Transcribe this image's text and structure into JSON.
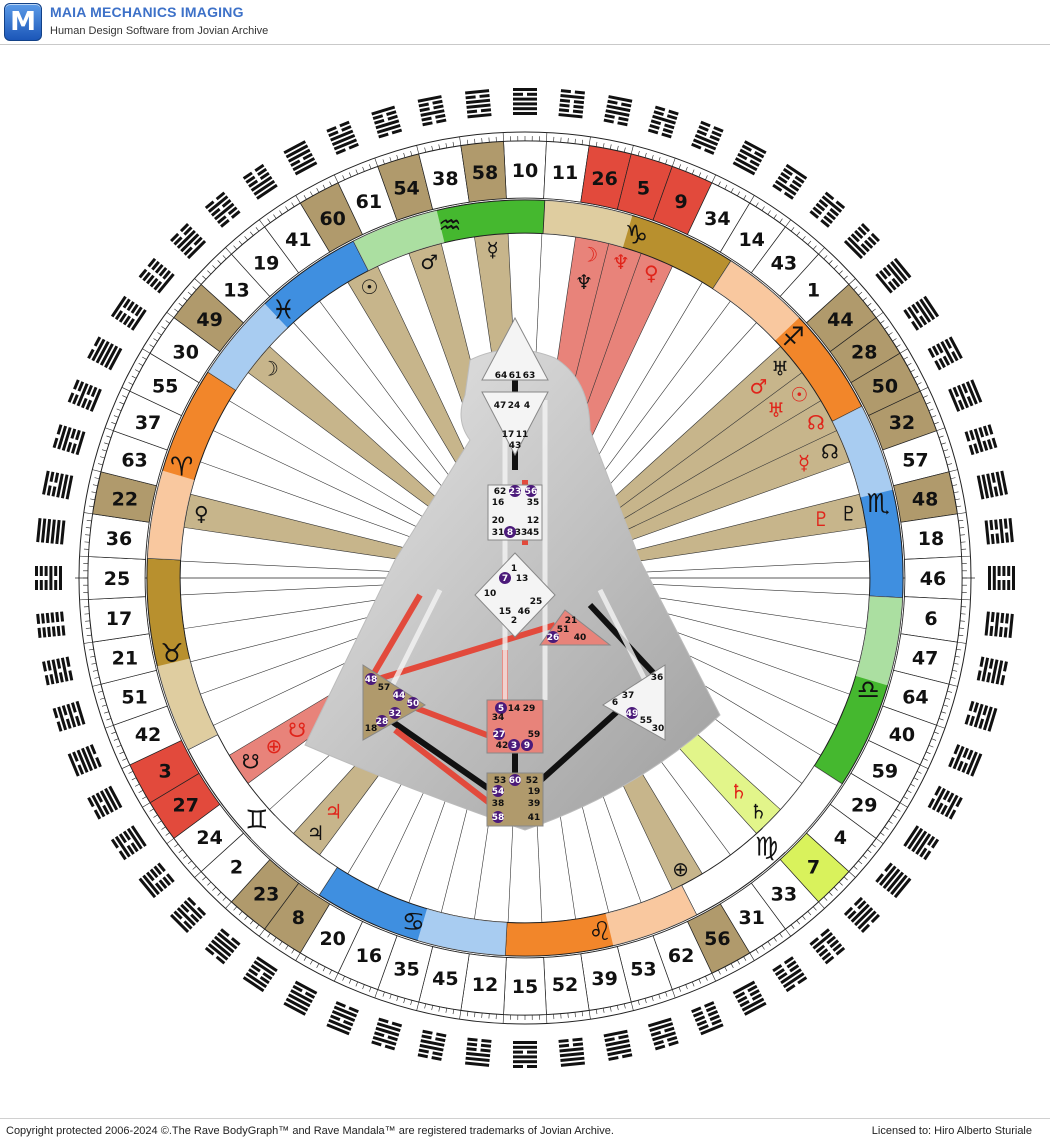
{
  "app": {
    "title": "MAIA MECHANICS IMAGING",
    "subtitle": "Human Design Software from Jovian Archive",
    "logo_letter": "M"
  },
  "footer": {
    "copyright": "Copyright protected 2006-2024 ©.The Rave BodyGraph™ and Rave Mandala™ are registered trademarks of Jovian Archive.",
    "license": "Licensed to: Hiro Alberto Sturiale"
  },
  "colors": {
    "design_red": "#e24a3c",
    "personality_black": "#111111",
    "tan": "#b09a6c",
    "accent_blue": "#3d71c8"
  },
  "mandala": {
    "gates_clockwise_from_top": [
      10,
      11,
      26,
      5,
      9,
      34,
      14,
      43,
      1,
      44,
      28,
      50,
      32,
      57,
      48,
      18,
      46,
      6,
      47,
      64,
      40,
      59,
      29,
      4,
      7,
      33,
      31,
      56,
      62,
      53,
      39,
      52,
      15,
      12,
      45,
      35,
      16,
      20,
      8,
      23,
      2,
      24,
      27,
      3,
      42,
      51,
      21,
      17,
      25,
      36,
      22,
      63,
      37,
      55,
      30,
      49,
      13,
      19,
      41,
      60,
      61,
      54,
      38,
      58
    ],
    "gate_highlights": {
      "26": "red",
      "5": "red",
      "9": "red",
      "3": "red",
      "27": "red",
      "7": "lime",
      "58": "tan",
      "54": "tan",
      "60": "tan",
      "49": "tan",
      "22": "tan",
      "44": "tan",
      "28": "tan",
      "50": "tan",
      "32": "tan",
      "48": "tan",
      "56": "tan",
      "23": "tan",
      "8": "tan"
    },
    "signs": [
      {
        "glyph": "♑",
        "name": "capricorn",
        "color": "#b8902e"
      },
      {
        "glyph": "♐",
        "name": "sagittarius",
        "color": "#f2862a"
      },
      {
        "glyph": "♏",
        "name": "scorpio",
        "color": "#3f8fe0"
      },
      {
        "glyph": "♎",
        "name": "libra",
        "color": "#45b82f"
      },
      {
        "glyph": "♍",
        "name": "virgo",
        "color": "#ffffff"
      },
      {
        "glyph": "♌",
        "name": "leo",
        "color": "#f2862a"
      },
      {
        "glyph": "♋",
        "name": "cancer",
        "color": "#3f8fe0"
      },
      {
        "glyph": "♊",
        "name": "gemini",
        "color": "#ffffff"
      },
      {
        "glyph": "♉",
        "name": "taurus",
        "color": "#b8902e"
      },
      {
        "glyph": "♈",
        "name": "aries",
        "color": "#f2862a"
      },
      {
        "glyph": "♓",
        "name": "pisces",
        "color": "#3f8fe0"
      },
      {
        "glyph": "♒",
        "name": "aquarius",
        "color": "#45b82f"
      }
    ],
    "planets": [
      {
        "glyph": "☿",
        "gate": 58,
        "side": "personality"
      },
      {
        "glyph": "♂",
        "gate": 54,
        "side": "personality"
      },
      {
        "glyph": "☉",
        "gate": 60,
        "side": "personality"
      },
      {
        "glyph": "☽",
        "gate": 49,
        "side": "personality"
      },
      {
        "glyph": "♀",
        "gate": 22,
        "side": "personality"
      },
      {
        "glyph": "☽",
        "gate": 26,
        "side": "design"
      },
      {
        "glyph": "♆",
        "gate": 26,
        "side": "personality"
      },
      {
        "glyph": "♆",
        "gate": 5,
        "side": "design"
      },
      {
        "glyph": "♀",
        "gate": 9,
        "side": "design"
      },
      {
        "glyph": "♅",
        "gate": 44,
        "side": "personality"
      },
      {
        "glyph": "♂",
        "gate": 44,
        "side": "design"
      },
      {
        "glyph": "☉",
        "gate": 28,
        "side": "design"
      },
      {
        "glyph": "♅",
        "gate": 28,
        "side": "design"
      },
      {
        "glyph": "☊",
        "gate": 50,
        "side": "design"
      },
      {
        "glyph": "☊",
        "gate": 32,
        "side": "personality"
      },
      {
        "glyph": "☿",
        "gate": 32,
        "side": "design"
      },
      {
        "glyph": "♇",
        "gate": 48,
        "side": "personality"
      },
      {
        "glyph": "♇",
        "gate": 48,
        "side": "design"
      },
      {
        "glyph": "♄",
        "gate": 7,
        "side": "personality"
      },
      {
        "glyph": "♄",
        "gate": 7,
        "side": "design"
      },
      {
        "glyph": "⊕",
        "gate": 56,
        "side": "personality"
      },
      {
        "glyph": "♃",
        "gate": 23,
        "side": "personality"
      },
      {
        "glyph": "♃",
        "gate": 23,
        "side": "design"
      },
      {
        "glyph": "☋",
        "gate": 27,
        "side": "personality"
      },
      {
        "glyph": "⊕",
        "gate": 27,
        "side": "design"
      },
      {
        "glyph": "☋",
        "gate": 27,
        "side": "design"
      }
    ]
  },
  "bodygraph": {
    "head": {
      "gates": [
        "64",
        "61",
        "63"
      ]
    },
    "ajna": {
      "gates": [
        "47",
        "24",
        "4",
        "17",
        "11",
        "43"
      ]
    },
    "throat": {
      "gates": [
        "62",
        "23",
        "56",
        "16",
        "35",
        "20",
        "12",
        "31",
        "8",
        "33",
        "45"
      ]
    },
    "g_center": {
      "gates": [
        "1",
        "7",
        "13",
        "10",
        "25",
        "15",
        "46",
        "2"
      ]
    },
    "ego": {
      "gates": [
        "21",
        "51",
        "26",
        "40"
      ]
    },
    "spleen": {
      "gates": [
        "48",
        "57",
        "44",
        "50",
        "32",
        "28",
        "18"
      ]
    },
    "sacral": {
      "gates": [
        "5",
        "14",
        "29",
        "34",
        "27",
        "59",
        "42",
        "3",
        "9"
      ]
    },
    "solar_plexus": {
      "gates": [
        "36",
        "37",
        "6",
        "49",
        "55",
        "30"
      ]
    },
    "root": {
      "gates": [
        "53",
        "60",
        "52",
        "54",
        "19",
        "38",
        "39",
        "58",
        "41"
      ]
    },
    "activated_gates": [
      "23",
      "56",
      "8",
      "7",
      "26",
      "48",
      "44",
      "50",
      "32",
      "28",
      "5",
      "27",
      "3",
      "9",
      "49",
      "54",
      "60",
      "58"
    ]
  }
}
